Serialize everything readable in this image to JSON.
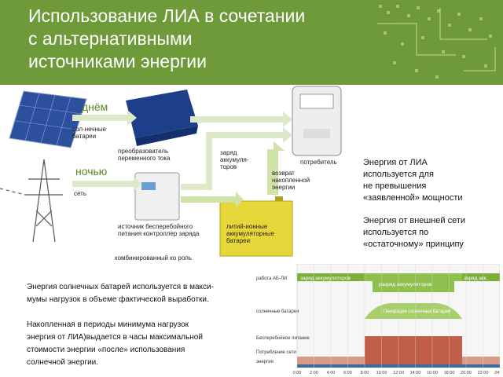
{
  "header": {
    "title_lines": [
      "Использование ЛИА в сочетании",
      "с альтернативными",
      "источниками энергии"
    ],
    "bg_color": "#6e9a3a"
  },
  "diagram": {
    "day_label": "днём",
    "night_label": "ночью",
    "solar_label": "сол-нечные батареи",
    "grid_label": "сеть",
    "inverter_label": "преобразователь переменного тока",
    "charger_label": "источник бесперебойного питания контроллер заряда",
    "combined_label": "комбинированный ко роль",
    "consumer_label": "потребитель",
    "battery_charge_label": "заряд аккумуля-торов",
    "battery_return_label": "возврат накопленной энергии",
    "battery_label": "литий-ионные аккумуляторные батареи"
  },
  "right_notes": {
    "lia_lines": [
      "Энергия от ЛИА",
      "используется для",
      "не превышения",
      "«заявленной» мощности"
    ],
    "grid_lines": [
      "Энергия от внешней сети",
      "используется по",
      "«остаточному» принципу"
    ]
  },
  "bottom_text": {
    "p1_lines": [
      "Энергия солнечных батарей используется в макси-",
      "мумы нагрузок в объеме фактической выработки."
    ],
    "p2_lines": [
      "Накопленная в периоды минимума нагрузок",
      "энергия от ЛИА)выдается в часы максимальной",
      "стоимости энергии «после» использования",
      "солнечной энергии."
    ]
  },
  "chart_data": {
    "type": "area",
    "row_labels": [
      "работа АБ-ЛИ",
      "солнечные батареи",
      "Бесперебойное питание",
      "Потребление сети",
      "энергия"
    ],
    "bands": [
      {
        "label": "заряд аккумуляторов",
        "color": "#7dae3a"
      },
      {
        "label": "разряд аккумуляторов",
        "color": "#8fbf4c"
      },
      {
        "label": "заряд акк.",
        "color": "#7dae3a"
      },
      {
        "label": "Генерация солнечных батарей",
        "color": "#a8cf6a"
      }
    ],
    "x_ticks": [
      "0:00",
      "2:00",
      "4:00",
      "6:00",
      "8:00",
      "10:00",
      "12:00",
      "14:00",
      "16:00",
      "18:00",
      "20:00",
      "22:00",
      "24:00"
    ],
    "colors": {
      "grid_consumption": "#c0604a",
      "ups": "#3a6b9a"
    }
  }
}
